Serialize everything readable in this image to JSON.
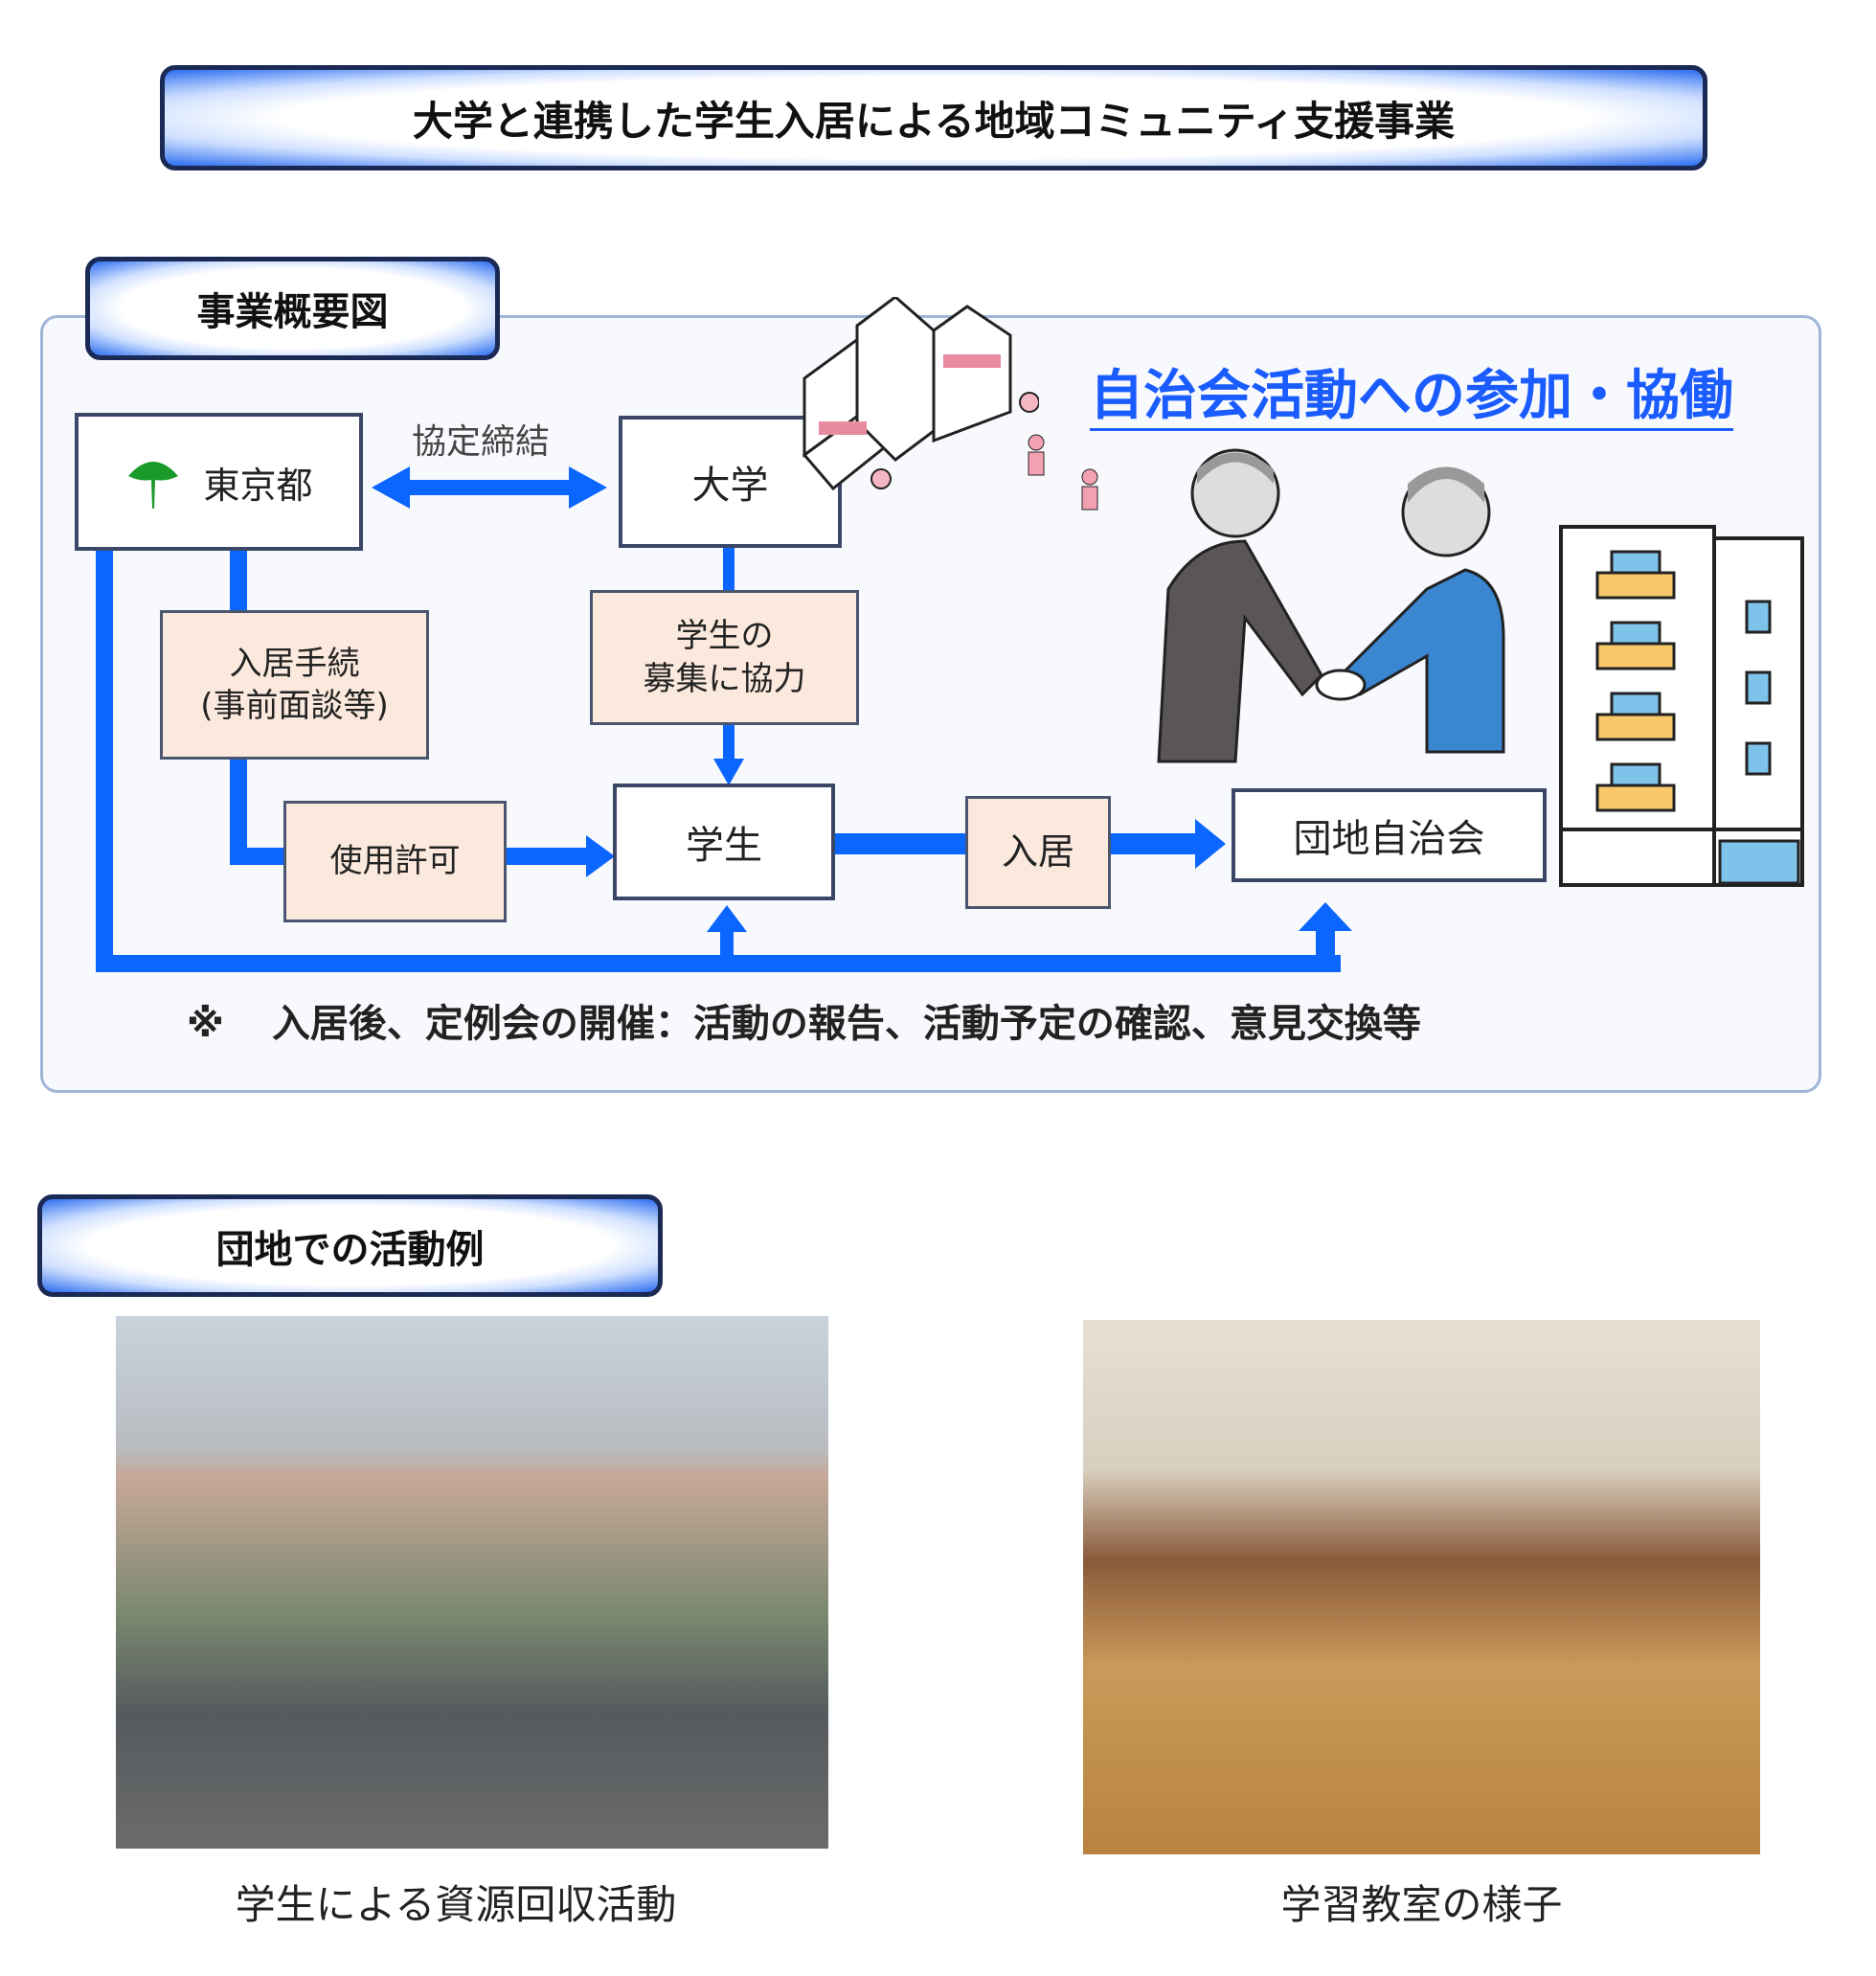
{
  "title": "大学と連携した学生入居による地域コミュニティ支援事業",
  "overview": {
    "section_label": "事業概要図",
    "tokyo": "東京都",
    "university": "大学",
    "agreement": "協定締結",
    "move_in_procedure": [
      "入居手続",
      "(事前面談等)"
    ],
    "recruit_help": [
      "学生の",
      "募集に協力"
    ],
    "use_permit": "使用許可",
    "student": "学生",
    "move_in": "入居",
    "residents_assoc": "団地自治会",
    "headline": "自治会活動への参加・協働",
    "note_mark": "※",
    "note": "入居後、定例会の開催：活動の報告、活動予定の確認、意見交換等",
    "colors": {
      "arrow": "#0a66ff",
      "box_fill": "#fbe9dd",
      "headline": "#1a5cff"
    }
  },
  "activities": {
    "section_label": "団地での活動例",
    "photos": [
      {
        "caption": "学生による資源回収活動"
      },
      {
        "caption": "学習教室の様子"
      }
    ]
  }
}
